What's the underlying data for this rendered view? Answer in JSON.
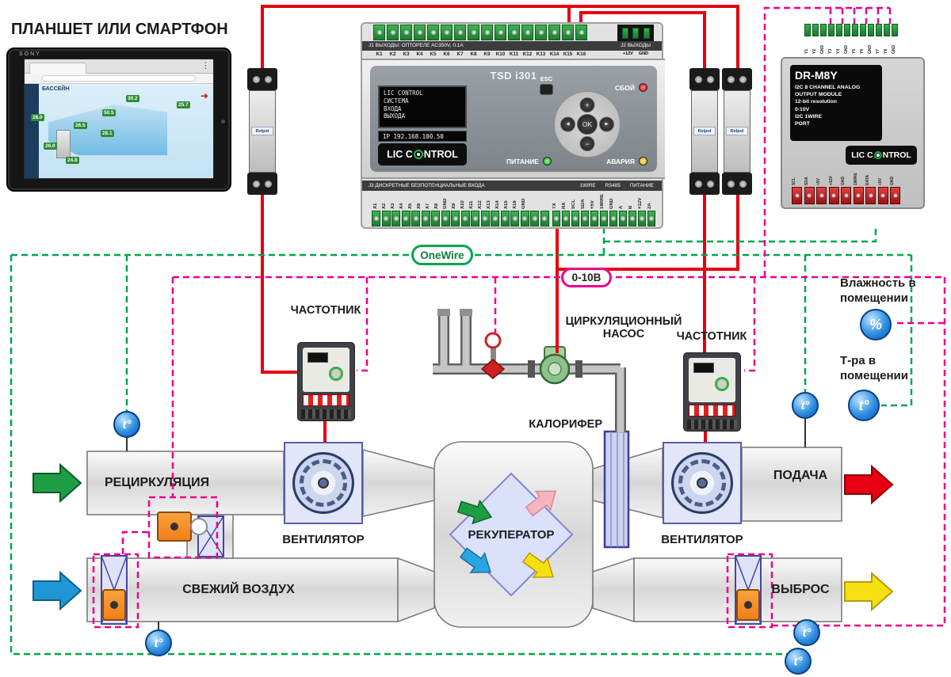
{
  "colors": {
    "wire-red": "#e60012",
    "bus-green": "#00a651",
    "bus-magenta": "#ec008c",
    "actuator-orange": "#f08019"
  },
  "icons": {
    "menu_dots": "⋮",
    "flow_arrow": "➜"
  },
  "header": {
    "title": "ПЛАНШЕТ ИЛИ СМАРТФОН"
  },
  "tablet": {
    "brand": "SONY",
    "scada": {
      "title": "БАССЕЙН",
      "values": [
        "28.0",
        "26.0",
        "26.5",
        "28.1",
        "30.2",
        "50.5",
        "25.7",
        "24.8"
      ]
    }
  },
  "relays": {
    "brand": "Relpol"
  },
  "controller": {
    "model": "TSD i301",
    "top_header_left": "J1 ВЫХОДЫ: ОПТОРЕЛЕ AC350V, 0.1A",
    "top_header_right": "J2 ВЫХОДЫ",
    "top_terminals": [
      "K1",
      "K2",
      "K3",
      "K4",
      "K5",
      "K6",
      "K7",
      "K8",
      "K9",
      "K10",
      "K11",
      "K12",
      "K13",
      "K14",
      "K15",
      "K16"
    ],
    "j2_terminals": [
      "+12V",
      "GND"
    ],
    "display_lines": [
      "LIC CONTROL",
      "СИСТЕМА",
      "ВХОДА",
      "ВЫХОДА"
    ],
    "ip": "IP 192.168.100.50",
    "esc_label": "ESC",
    "ok_label": "OK",
    "up_label": "+",
    "down_label": "−",
    "left_label": "◄",
    "right_label": "►",
    "fault_label": "СБОЙ",
    "power_label": "ПИТАНИЕ",
    "alarm_label": "АВАРИЯ",
    "logo_left": "LIC C",
    "logo_right": "NTROL",
    "bottom_header": "J3 ДИСКРЕТНЫЕ БЕЗПОТЕНЦИАЛЬНЫЕ ВХОДА",
    "bottom_bands": [
      "1WIRE",
      "RS485",
      "ПИТАНИЕ"
    ],
    "bottom_terminals": [
      "X1",
      "X2",
      "X3",
      "X4",
      "X5",
      "X6",
      "X7",
      "X8",
      "GND",
      "X9",
      "X10",
      "X11",
      "X12",
      "X13",
      "X14",
      "X15",
      "X16",
      "GND"
    ],
    "bottom_right_terminals": [
      "TX",
      "RX",
      "SCL",
      "SDA",
      "+5V",
      "1WIRE",
      "GND",
      "A",
      "B",
      "+12V",
      "2A"
    ]
  },
  "analog_module": {
    "model": "DR-M8Y",
    "desc_lines": [
      "I2C 8 CHANNEL ANALOG",
      "OUTPUT MODULE",
      "12-bit resolution",
      "0-10V",
      "I2C 1WIRE",
      "PORT"
    ],
    "logo_left": "LIC C",
    "logo_right": "NTROL",
    "top_terminals": [
      "Y1",
      "Y2",
      "GND",
      "Y3",
      "Y4",
      "GND",
      "Y5",
      "Y6",
      "GND",
      "Y7",
      "Y8",
      "GND"
    ],
    "bottom_terminals": [
      "SCL",
      "SDA",
      "+5V",
      "+12V",
      "GND",
      "1WIRE",
      "DATA",
      "+5V",
      "GND"
    ]
  },
  "buses": {
    "onewire": "OneWire",
    "analog": "0-10В"
  },
  "hvac": {
    "vfd_label": "ЧАСТОТНИК",
    "pump_label_1": "ЦИРКУЛЯЦИОННЫЙ",
    "pump_label_2": "НАСОС",
    "heater_label": "КАЛОРИФЕР",
    "recirc_label": "РЕЦИРКУЛЯЦИЯ",
    "fresh_label": "СВЕЖИЙ ВОЗДУХ",
    "fan_label": "ВЕНТИЛЯТОР",
    "recup_label": "РЕКУПЕРАТОР",
    "supply_label": "ПОДАЧА",
    "exhaust_label": "ВЫБРОС",
    "humidity_label_1": "Влажность в",
    "humidity_label_2": "помещении",
    "room_temp_label_1": "Т-ра в",
    "room_temp_label_2": "помещении",
    "percent_symbol": "%",
    "temp_symbol": "t°"
  }
}
